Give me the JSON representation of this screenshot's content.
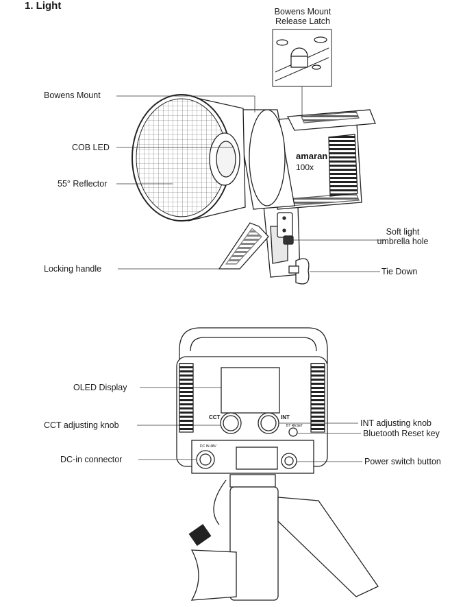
{
  "section_title": "1. Light",
  "top_view": {
    "callouts": {
      "release_latch_line1": "Bowens Mount",
      "release_latch_line2": "Release Latch",
      "bowens_mount": "Bowens Mount",
      "cob_led": "COB LED",
      "reflector": "55° Reflector",
      "locking_handle": "Locking handle",
      "umbrella_line1": "Soft light",
      "umbrella_line2": "umbrella hole",
      "tie_down": "Tie Down"
    },
    "product_brand": "amaran",
    "product_model": "100x"
  },
  "rear_view": {
    "callouts": {
      "oled_display": "OLED Display",
      "cct_knob": "CCT adjusting knob",
      "dc_in": "DC-in connector",
      "int_knob": "INT adjusting knob",
      "bt_reset": "Bluetooth Reset key",
      "power_switch": "Power switch button"
    },
    "panel_text": {
      "cct": "CCT",
      "int": "INT",
      "bt_reset": "BT RESET",
      "dc_in": "DC IN  48V"
    }
  }
}
